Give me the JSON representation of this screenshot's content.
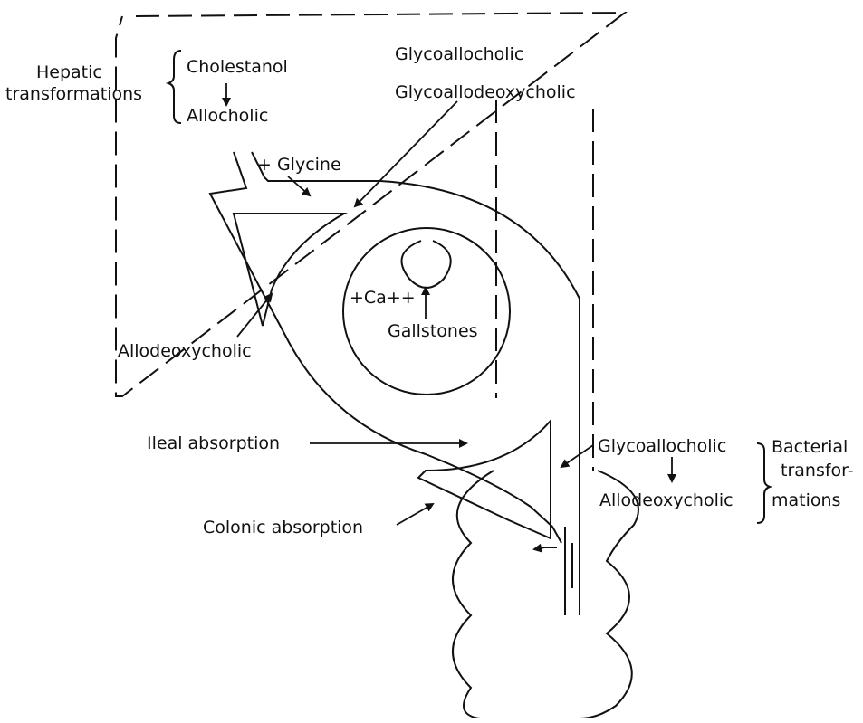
{
  "labels": {
    "hepatic_line1": "Hepatic",
    "hepatic_line2": "transformations",
    "cholestanol": "Cholestanol",
    "allocholic": "Allocholic",
    "glycine": "+ Glycine",
    "glycoallocholic_top": "Glycoallocholic",
    "glycoallodeoxycholic_top": "Glycoallodeoxycholic",
    "allodeoxycholic_left": "Allodeoxycholic",
    "calcium": "+Ca++",
    "gallstones": "Gallstones",
    "ileal_absorption": "Ileal absorption",
    "colonic_absorption": "Colonic absorption",
    "glycoallocholic_bottom": "Glycoallocholic",
    "allodeoxycholic_bottom": "Allodeoxycholic",
    "bacterial_line1": "Bacterial",
    "bacterial_line2": "transfor-",
    "bacterial_line3": "mations"
  }
}
